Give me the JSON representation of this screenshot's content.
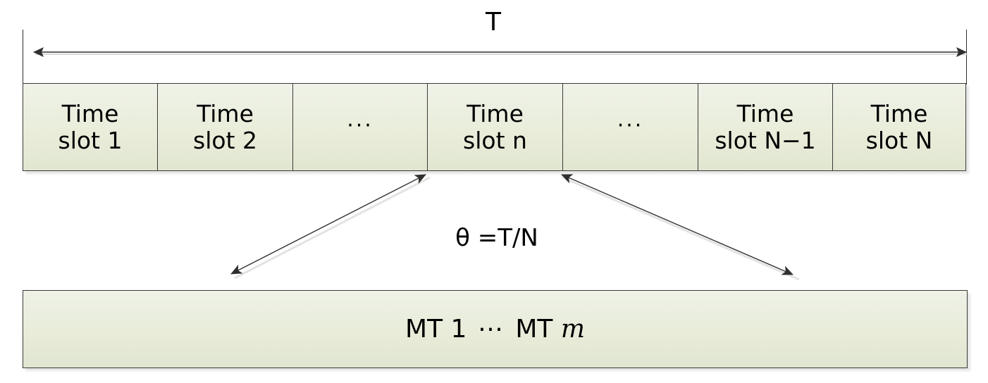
{
  "diagram": {
    "title_label": "T",
    "frame_measure": {
      "name": "total-frame-duration",
      "label": "T",
      "arrow_style": "double-headed"
    },
    "slots": [
      {
        "line1": "Time",
        "line2": "slot 1",
        "kind": "slot"
      },
      {
        "line1": "Time",
        "line2": "slot 2",
        "kind": "slot"
      },
      {
        "line1": "",
        "line2": "···",
        "kind": "ellipsis"
      },
      {
        "line1": "Time",
        "line2": "slot n",
        "kind": "slot"
      },
      {
        "line1": "",
        "line2": "···",
        "kind": "ellipsis"
      },
      {
        "line1": "Time",
        "line2": "slot N−1",
        "kind": "slot"
      },
      {
        "line1": "Time",
        "line2": "slot N",
        "kind": "slot"
      }
    ],
    "slot_duration": {
      "symbol": "θ",
      "equation": " =T/N",
      "full": "θ =T/N"
    },
    "terminals_box": {
      "first": "MT 1",
      "dots": "⋯",
      "last_prefix": "MT ",
      "last_index": "m"
    },
    "colors": {
      "box_fill_top": "#eff2e8",
      "box_fill_bottom": "#e1e6d1",
      "box_border": "#3a3a38",
      "arrow": "#2f2f2d",
      "text": "#000000",
      "background": "#ffffff"
    }
  }
}
